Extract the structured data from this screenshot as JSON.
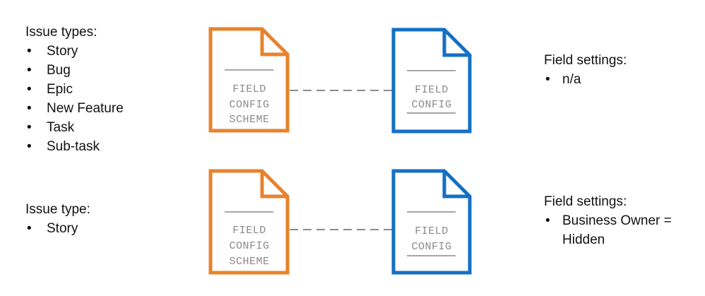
{
  "colors": {
    "scheme_doc": "#e8822c",
    "config_doc": "#1470c4",
    "connector": "#666666",
    "doc_text": "#8a8a8a",
    "text": "#111111"
  },
  "rows": [
    {
      "issue_types": {
        "heading": "Issue types:",
        "items": [
          "Story",
          "Bug",
          "Epic",
          "New Feature",
          "Task",
          "Sub-task"
        ]
      },
      "scheme_doc": {
        "lines": [
          "FIELD",
          "CONFIG",
          "SCHEME"
        ]
      },
      "config_doc": {
        "lines": [
          "FIELD",
          "CONFIG"
        ]
      },
      "field_settings": {
        "heading": "Field settings:",
        "items": [
          "n/a"
        ]
      }
    },
    {
      "issue_types": {
        "heading": "Issue type:",
        "items": [
          "Story"
        ]
      },
      "scheme_doc": {
        "lines": [
          "FIELD",
          "CONFIG",
          "SCHEME"
        ]
      },
      "config_doc": {
        "lines": [
          "FIELD",
          "CONFIG"
        ]
      },
      "field_settings": {
        "heading": "Field settings:",
        "items": [
          "Business Owner = Hidden"
        ]
      }
    }
  ]
}
